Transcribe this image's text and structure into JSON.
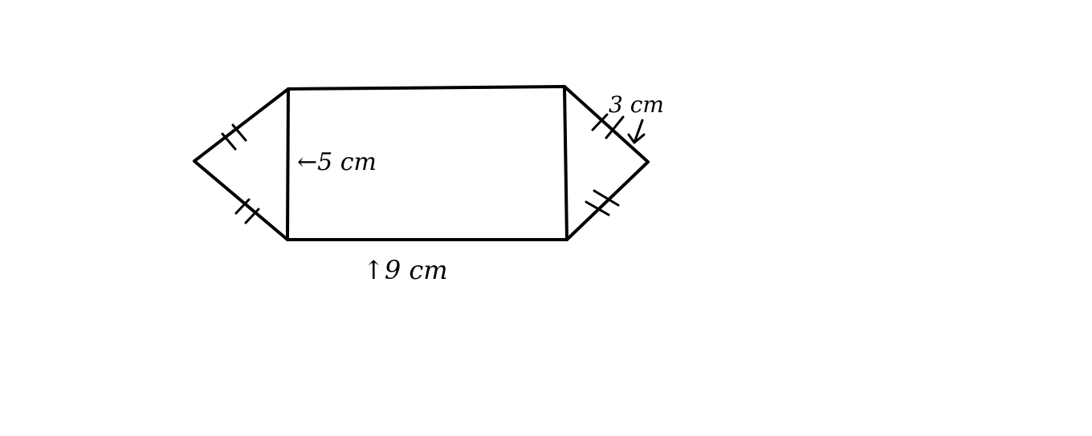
{
  "diagram": {
    "stroke_color": "#000000",
    "background": "#ffffff",
    "labels": {
      "width_label": "←5 cm",
      "length_label": "↑9 cm",
      "side_label": "3 cm"
    },
    "equal_side_ticks": 2
  }
}
